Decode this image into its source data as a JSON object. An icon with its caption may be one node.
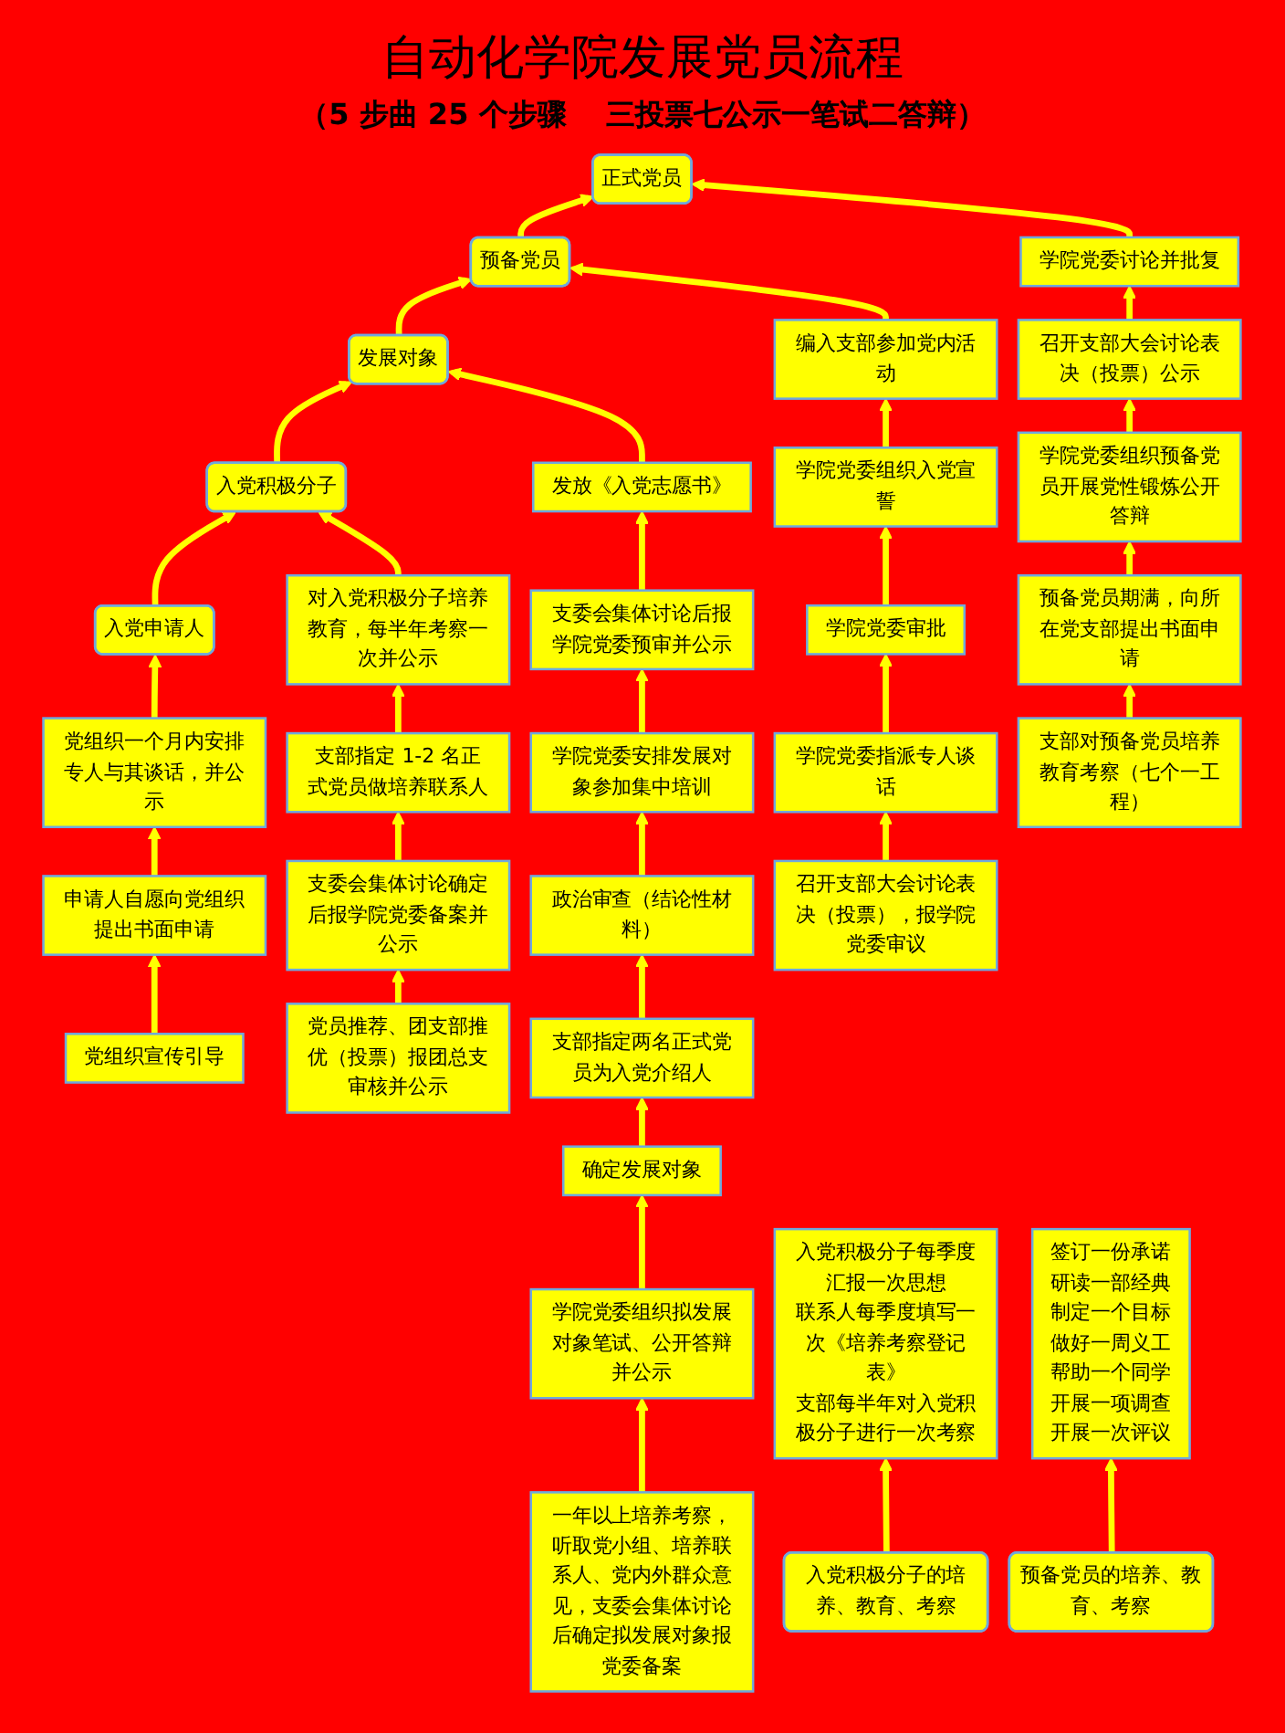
{
  "diagram": {
    "title": "自动化学院发展党员流程",
    "nodes": [
      {
        "text": [
          "入党申请人"
        ]
      },
      {
        "text": [
          "入党积极分子"
        ]
      },
      {
        "text": [
          "发展对象"
        ]
      },
      {
        "text": [
          "预备党员"
        ]
      },
      {
        "text": [
          "正式党员"
        ]
      },
      {
        "text": [
          "党组织一个月内安排专人与其谈话，并公示"
        ]
      },
      {
        "text": [
          "申请人自愿向党组织提出书面申请"
        ]
      },
      {
        "text": [
          "党组织宣传引导"
        ]
      },
      {
        "text": [
          "对入党积极分子培养教育，每半年考察一次并公示"
        ]
      },
      {
        "text": [
          "支部指定 1-2 名正式党员做培养联系人"
        ]
      },
      {
        "text": [
          "支委会集体讨论确定后报学院党委备案并公示"
        ]
      },
      {
        "text": [
          "党员推荐、团支部推优（投票）报团总支审核并公示"
        ]
      },
      {
        "text": [
          "发放《入党志愿书》"
        ]
      },
      {
        "text": [
          "支委会集体讨论后报学院党委预审并公示"
        ]
      },
      {
        "text": [
          "学院党委安排发展对象参加集中培训"
        ]
      },
      {
        "text": [
          "政治审查（结论性材料）"
        ]
      },
      {
        "text": [
          "支部指定两名正式党员为入党介绍人"
        ]
      },
      {
        "text": [
          "确定发展对象"
        ]
      },
      {
        "text": [
          "学院党委组织拟发展对象笔试、公开答辩并公示"
        ]
      },
      {
        "text": [
          "一年以上培养考察，听取党小组、培养联系人、党内外群众意见，支委会集体讨论后确定拟发展对象报党委备案"
        ]
      },
      {
        "text": [
          "编入支部参加党内活动"
        ]
      },
      {
        "text": [
          "学院党委组织入党宣誓"
        ]
      },
      {
        "text": [
          "学院党委审批"
        ]
      },
      {
        "text": [
          "学院党委指派专人谈话"
        ]
      },
      {
        "text": [
          "召开支部大会讨论表决（投票），报学院党委审议"
        ]
      },
      {
        "text": [
          "学院党委讨论并批复"
        ]
      },
      {
        "text": [
          "召开支部大会讨论表决（投票）公示"
        ]
      },
      {
        "text": [
          "学院党委组织预备党员开展党性锻炼公开答辩"
        ]
      },
      {
        "text": [
          "预备党员期满，向所在党支部提出书面申请"
        ]
      },
      {
        "text": [
          "支部对预备党员培养教育考察（七个一工程）"
        ]
      },
      {
        "text": [
          "入党积极分子的培养、教育、考察"
        ]
      },
      {
        "text": [
          "入党积极分子每季度汇报一次思想",
          "联系人每季度填写一次《培养考察登记表》",
          "支部每半年对入党积极分子进行一次考察"
        ]
      },
      {
        "text": [
          "预备党员的培养、教育、考察"
        ]
      },
      {
        "text": [
          "签订一份承诺",
          "研读一部经典",
          "制定一个目标",
          "做好一周义工",
          "帮助一个同学",
          "开展一项调查",
          "开展一次评议"
        ]
      }
    ],
    "edges": [
      {
        "from": 0,
        "to": 1,
        "arrow": "to"
      },
      {
        "from": 1,
        "to": 2,
        "arrow": "to"
      },
      {
        "from": 2,
        "to": 3,
        "arrow": "to"
      },
      {
        "from": 3,
        "to": 4,
        "arrow": "to"
      },
      {
        "from": 7,
        "to": 6,
        "arrow": "to"
      },
      {
        "from": 6,
        "to": 5,
        "arrow": "to"
      },
      {
        "from": 5,
        "to": 0,
        "arrow": "to"
      },
      {
        "from": 11,
        "to": 10,
        "arrow": "to"
      },
      {
        "from": 10,
        "to": 9,
        "arrow": "to"
      },
      {
        "from": 9,
        "to": 8,
        "arrow": "to"
      },
      {
        "from": 8,
        "to": 1,
        "arrow": "to"
      },
      {
        "from": 19,
        "to": 18,
        "arrow": "to"
      },
      {
        "from": 18,
        "to": 17,
        "arrow": "to"
      },
      {
        "from": 17,
        "to": 16,
        "arrow": "to"
      },
      {
        "from": 16,
        "to": 15,
        "arrow": "to"
      },
      {
        "from": 15,
        "to": 14,
        "arrow": "to"
      },
      {
        "from": 14,
        "to": 13,
        "arrow": "to"
      },
      {
        "from": 13,
        "to": 12,
        "arrow": "to"
      },
      {
        "from": 12,
        "to": 2,
        "arrow": "to"
      },
      {
        "from": 24,
        "to": 23,
        "arrow": "to"
      },
      {
        "from": 23,
        "to": 22,
        "arrow": "to"
      },
      {
        "from": 22,
        "to": 21,
        "arrow": "to"
      },
      {
        "from": 21,
        "to": 20,
        "arrow": "to"
      },
      {
        "from": 20,
        "to": 3,
        "arrow": "to"
      },
      {
        "from": 29,
        "to": 28,
        "arrow": "to"
      },
      {
        "from": 28,
        "to": 27,
        "arrow": "to"
      },
      {
        "from": 27,
        "to": 26,
        "arrow": "to"
      },
      {
        "from": 26,
        "to": 25,
        "arrow": "to"
      },
      {
        "from": 25,
        "to": 4,
        "arrow": "to"
      },
      {
        "from": 30,
        "to": 31,
        "arrow": "to"
      },
      {
        "from": 32,
        "to": 33,
        "arrow": "to"
      }
    ],
    "labels": [
      "（5 步曲 25 个步骤　 三投票七公示一笔试二答辩）"
    ]
  }
}
